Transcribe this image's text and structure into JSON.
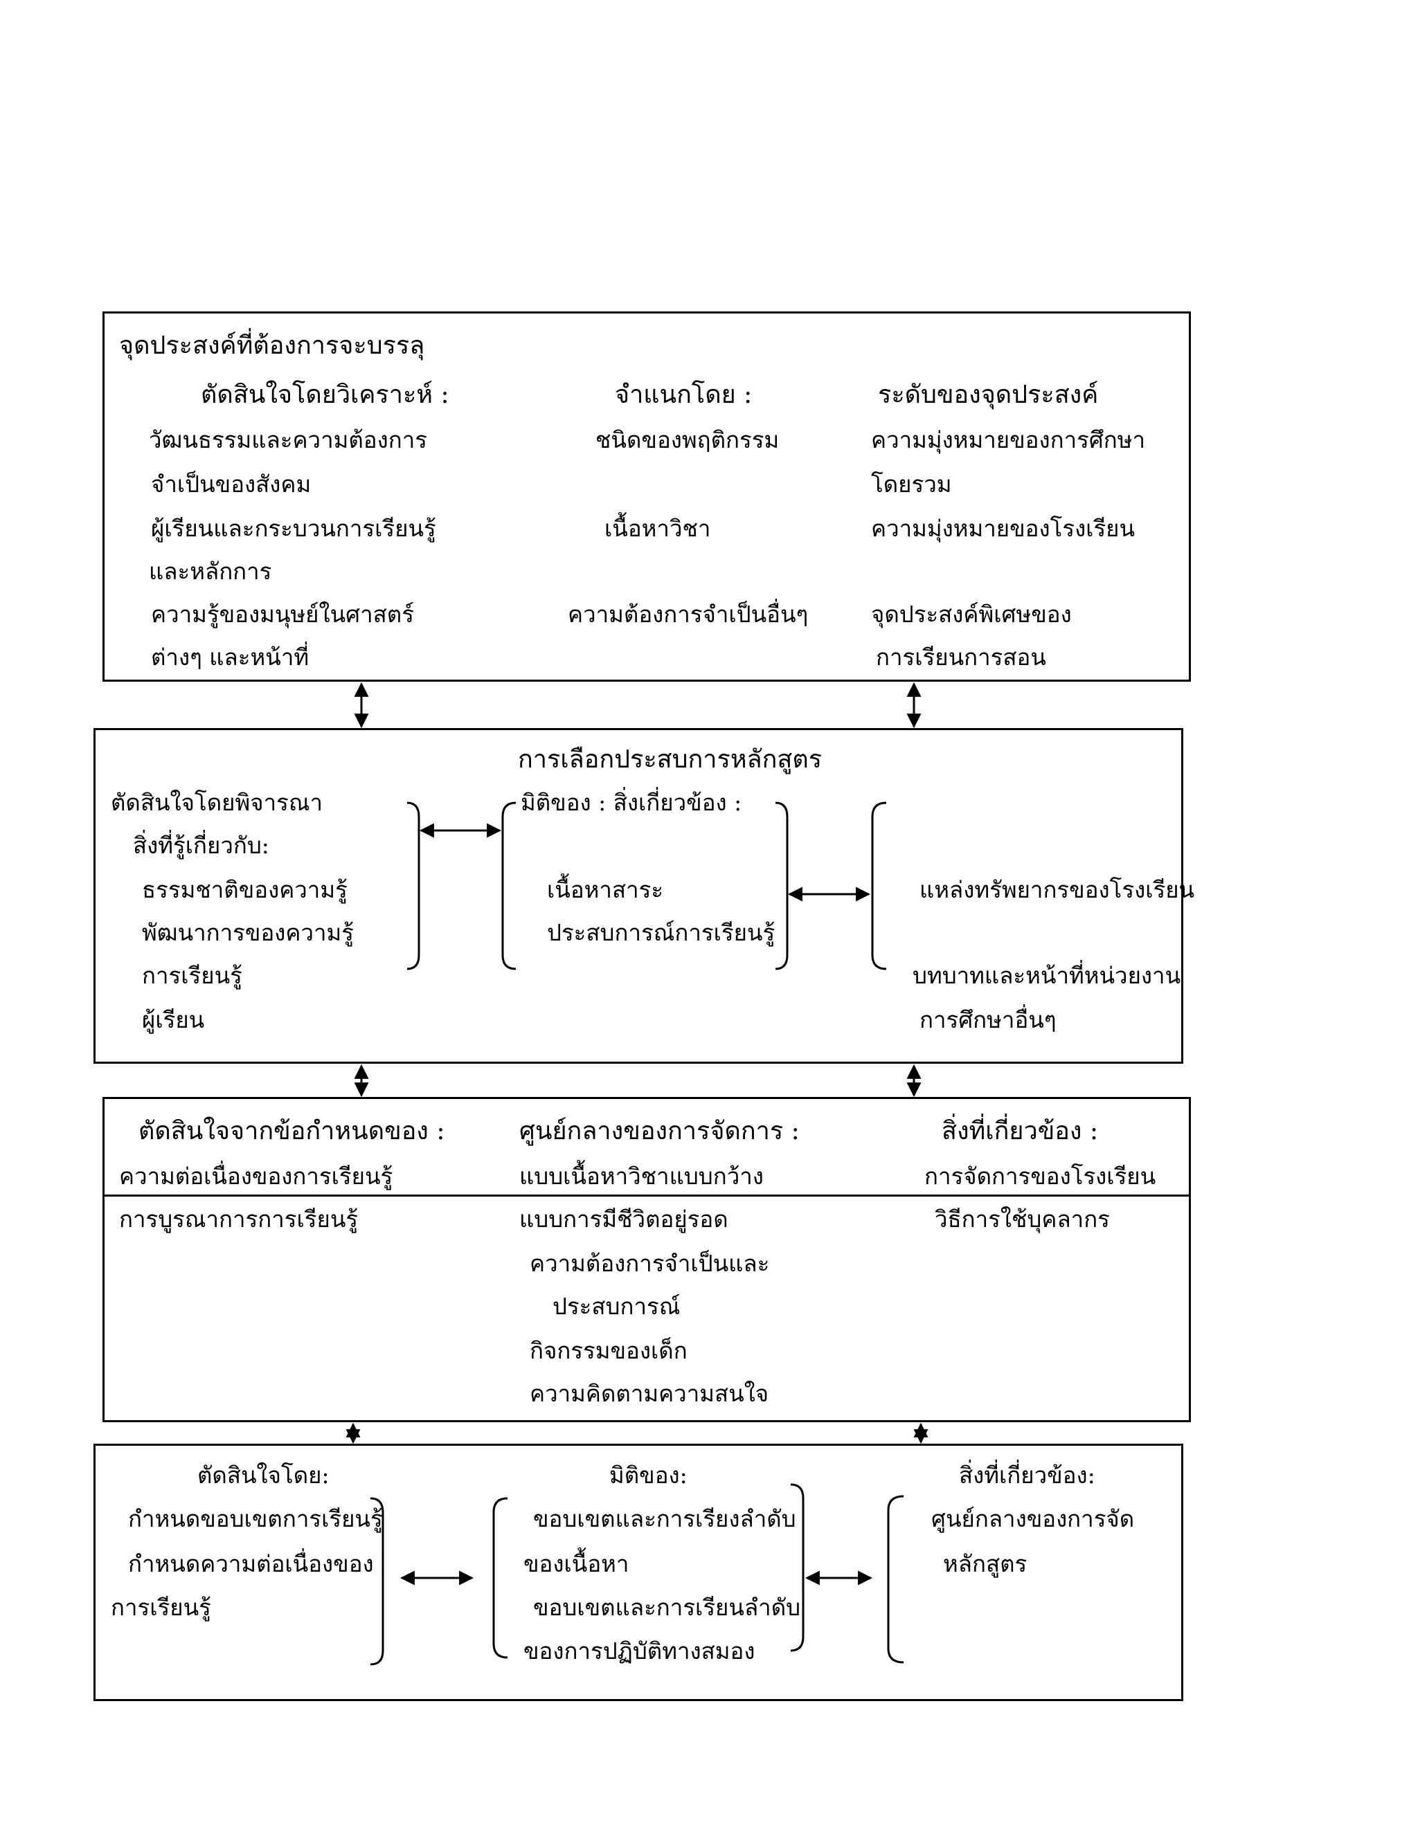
{
  "box1": {
    "title": "จุดประสงค์ที่ต้องการจะบรรลุ",
    "col1": {
      "heading": "ตัดสินใจโดยวิเคราะห์ :",
      "items": [
        "วัฒนธรรมและความต้องการ",
        "จำเป็นของสังคม",
        "ผู้เรียนและกระบวนการเรียนรู้",
        "และหลักการ",
        "ความรู้ของมนุษย์ในศาสตร์",
        "ต่างๆ และหน้าที่"
      ]
    },
    "col2": {
      "heading": "จำแนกโดย :",
      "items": [
        "ชนิดของพฤติกรรม",
        "เนื้อหาวิชา",
        "ความต้องการจำเป็นอื่นๆ"
      ]
    },
    "col3": {
      "heading": "ระดับของจุดประสงค์",
      "items": [
        "ความมุ่งหมายของการศึกษา",
        "โดยรวม",
        "ความมุ่งหมายของโรงเรียน",
        "จุดประสงค์พิเศษของ",
        "การเรียนการสอน"
      ]
    }
  },
  "box2": {
    "title": "การเลือกประสบการหลักสูตร",
    "left": {
      "heading": "ตัดสินใจโดยพิจารณา",
      "subheading": "สิ่งที่รู้เกี่ยวกับ:",
      "items": [
        "ธรรมชาติของความรู้",
        "พัฒนาการของความรู้",
        "การเรียนรู้",
        "ผู้เรียน"
      ]
    },
    "middle": {
      "heading": "มิติของ : สิ่งเกี่ยวข้อง :",
      "items": [
        "เนื้อหาสาระ",
        "ประสบการณ์การเรียนรู้"
      ]
    },
    "right": {
      "items": [
        "แหล่งทรัพยากรของโรงเรียน",
        "บทบาทและหน้าที่หน่วยงาน",
        "การศึกษาอื่นๆ"
      ]
    }
  },
  "box3": {
    "col1": {
      "heading": "ตัดสินใจจากข้อกำหนดของ :",
      "items": [
        "ความต่อเนื่องของการเรียนรู้",
        "การบูรณาการการเรียนรู้"
      ]
    },
    "col2": {
      "heading": "ศูนย์กลางของการจัดการ :",
      "items": [
        "แบบเนื้อหาวิชาแบบกว้าง",
        "แบบการมีชีวิตอยู่รอด",
        "ความต้องการจำเป็นและ",
        "ประสบการณ์",
        "กิจกรรมของเด็ก",
        "ความคิดตามความสนใจ"
      ]
    },
    "col3": {
      "heading": "สิ่งที่เกี่ยวข้อง :",
      "items": [
        "การจัดการของโรงเรียน",
        "วิธีการใช้บุคลากร"
      ]
    }
  },
  "box4": {
    "col1": {
      "heading": "ตัดสินใจโดย:",
      "items": [
        "กำหนดขอบเขตการเรียนรู้",
        "กำหนดความต่อเนื่องของ",
        "การเรียนรู้"
      ]
    },
    "col2": {
      "heading": "มิติของ:",
      "items": [
        "ขอบเขตและการเรียงลำดับ",
        "ของเนื้อหา",
        "ขอบเขตและการเรียนลำดับ",
        "ของการปฏิบัติทางสมอง"
      ]
    },
    "col3": {
      "heading": "สิ่งที่เกี่ยวข้อง:",
      "items": [
        "ศูนย์กลางของการจัด",
        "หลักสูตร"
      ]
    }
  }
}
